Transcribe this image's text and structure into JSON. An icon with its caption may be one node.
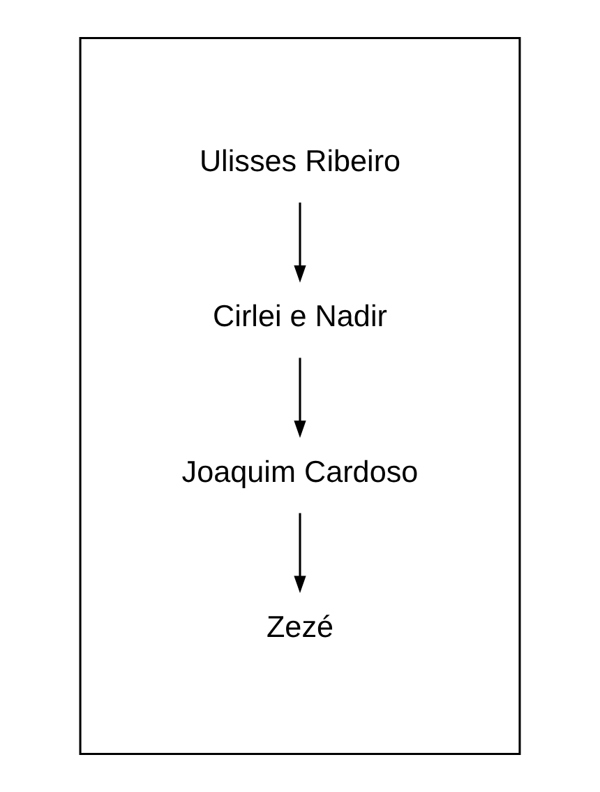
{
  "diagram": {
    "nodes": [
      {
        "text": [],
        "shape": "box"
      },
      {
        "text": [
          "Ulisses Ribeiro"
        ],
        "in": 0
      },
      {
        "text": [
          "Cirlei e Nadir"
        ],
        "in": 0
      },
      {
        "text": [
          "Joaquim Cardoso"
        ],
        "in": 0
      },
      {
        "text": [
          "Zezé"
        ],
        "in": 0
      }
    ],
    "edges": [
      {
        "from": 1,
        "to": 2,
        "arrow": "to"
      },
      {
        "from": 2,
        "to": 3,
        "arrow": "to"
      },
      {
        "from": 3,
        "to": 4,
        "arrow": "to"
      }
    ]
  }
}
